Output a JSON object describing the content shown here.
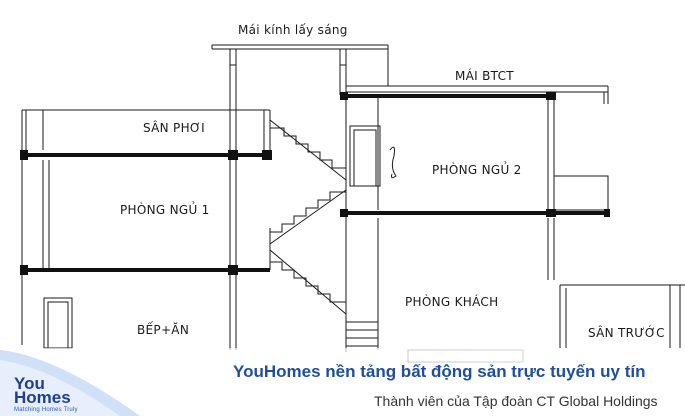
{
  "labels": {
    "skylight_roof": "Mái kính lấy sáng",
    "concrete_roof": "MÁI BTCT",
    "drying_yard": "SÂN PHƠI",
    "bedroom_1": "PHÒNG NGỦ 1",
    "bedroom_2": "PHÒNG NGỦ 2",
    "living_room": "PHÒNG KHÁCH",
    "kitchen_dining": "BẾP+ĂN",
    "front_yard": "SÂN TRƯỚC"
  },
  "banner": {
    "tagline": "YouHomes nền tảng bất động sản trực tuyến uy tín",
    "subline": "Thành viên của Tập đoàn CT Global Holdings"
  },
  "logo": {
    "you": "You",
    "homes": "Homes",
    "slogan": "Matching Homes Truly"
  },
  "colors": {
    "line": "#1a1a1a",
    "brand_blue": "#1f4e9e",
    "logo_light": "#cfe0f7"
  }
}
